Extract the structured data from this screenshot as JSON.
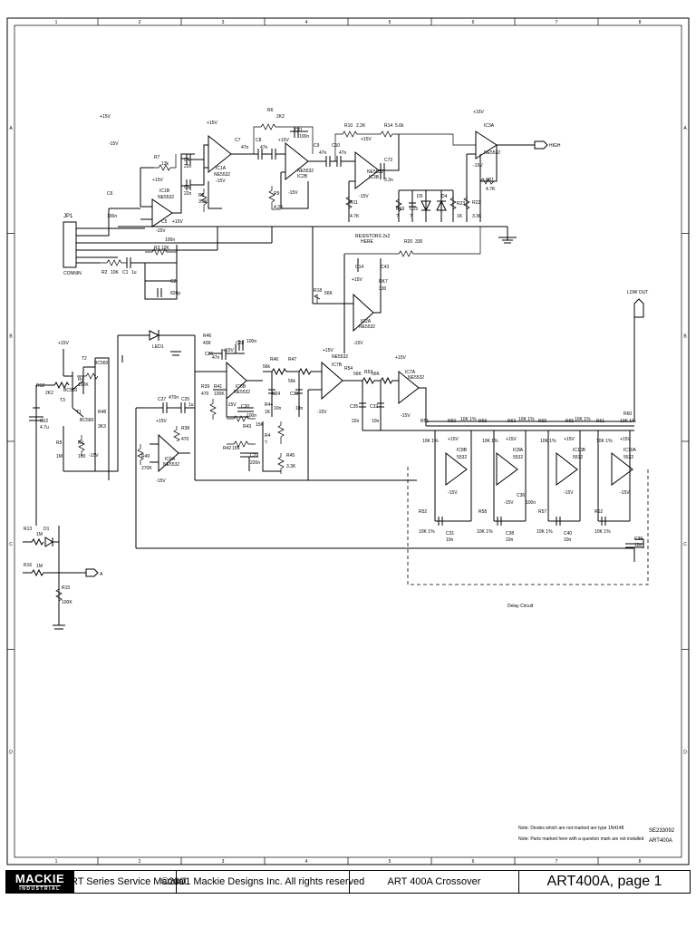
{
  "components": {
    "jp1": "JP1",
    "jp1_sub": "CONNIN",
    "r2": "R2",
    "r2_val": "10K",
    "c1": "C1",
    "c1_val": "1u",
    "r3": "R3 12K",
    "c2": "C2",
    "c2_val": "820p",
    "c6": "C6",
    "c6_val": "100n",
    "r7": "R7",
    "r7_val": "13k",
    "c4": "C4",
    "c4_val": "22n",
    "c3": "C3",
    "c3_val": "22n",
    "ic1a": "IC1A",
    "ic1a_part": "NE5532",
    "ic1b": "IC1B",
    "ic1b_part": "NE5532",
    "c5": "C5",
    "c5_val": "100n",
    "r8": "R8",
    "r8_val": "3.3K",
    "c7": "C7",
    "c7_val": "47n",
    "c8": "C8",
    "c8_val": "47n",
    "r6": "R6",
    "r6_val": "2K2",
    "c11": "C11",
    "c11_val": "100n",
    "ic2b": "IC2B",
    "ic2b_part": "NE5532",
    "r9": "R9",
    "r9_val": "4.3K",
    "c9": "C9",
    "c9_val": "47n",
    "c10": "C10",
    "c10_val": "47n",
    "r10": "R10",
    "r10_val": "2.2K",
    "r14": "R14",
    "r14_val": "5.6k",
    "ic3b": "IC3B",
    "ic3b_part": "NE5532",
    "c72": "C72",
    "c72_val": "3.3n",
    "r11": "R11",
    "r11_val": "4.7K",
    "r19": "R19",
    "r19_val": "?",
    "c15": "C15",
    "c15_val": "?",
    "d5": "D5",
    "d4": "D4",
    "r23": "R23",
    "r23_val": "1K",
    "r22": "R22",
    "r22_val": "3.3K",
    "r21": "R21",
    "r21_val": "4.7K",
    "ic3a": "IC3A",
    "ic3a_part": "NE5532",
    "high": "HIGH",
    "low_out": "LOW OUT",
    "resistors_note1": "RESISTORS 2x2",
    "resistors_note2": "HERE",
    "r20": "R20",
    "r20_val": "330",
    "c14": "C14",
    "c43": "C43",
    "r18": "R18",
    "r18_val": "56K",
    "rk7": "RK7",
    "rk7_val": "330",
    "ic2a": "IC2A",
    "ic2a_part": "NE5532",
    "t2": "T2",
    "t2_part": "BC560",
    "r4": "R4",
    "r4_val": "100K",
    "t1": "T1",
    "t1_part": "BC560",
    "t3": "T3",
    "t3_part": "BC560",
    "r12": "R12",
    "r12_val": "2K2",
    "c12": "C12",
    "c12_val": "4.7u",
    "r5": "R5",
    "r5_val": "1M",
    "r1": "R1",
    "r1_val": "100",
    "r48": "R48",
    "r48_val": "3K3",
    "led1": "LED1",
    "r46": "R46",
    "r46_val": "43K",
    "c26": "C26",
    "c26_val": "47n",
    "c28": "C28",
    "c28_val": "100n",
    "ic6b": "IC6B",
    "ic6b_part": "NE5532",
    "c27": "C27",
    "c27_val": "470n",
    "c25": "C25",
    "c25_val": "1u",
    "r38": "R38",
    "r38_val": "470",
    "r39": "R39",
    "r39_val": "470",
    "r41": "R41",
    "r41_val": "100K",
    "c30": "C30",
    "c30_val": "100n",
    "r43": "R43",
    "r43_val": "15K",
    "r42": "R42",
    "r42_val": "15K",
    "c29": "C29",
    "c29_val": "220n",
    "r44": "R44",
    "r44_val": "1K",
    "r49": "R49",
    "r49_val": "270K",
    "ic6a": "IC6A",
    "ic6a_part": "NE5532",
    "rh46": "R46",
    "rh46_val": "56k",
    "r47": "R47",
    "r47_val": "56k",
    "c24": "C24",
    "c24_val": "10n",
    "c33": "C33",
    "c33_val": "10n",
    "ic7b": "IC7B",
    "ic7b_part": "NE5532",
    "r4b": "R4",
    "r4b_val": "?",
    "r45": "R45",
    "r45_val": "3.3K",
    "r54": "R54",
    "r54_val": "56K",
    "r53": "R53",
    "r53_val": "56K",
    "c35": "C35",
    "c35_val": "22n",
    "c32": "C32",
    "c32_val": "10n",
    "ic7a": "IC7A",
    "ic7a_part": "NE5532",
    "r51": "R51",
    "r51_val": "10K 1%",
    "r50": "R50",
    "r50_val": "10K 1%",
    "r59": "R59",
    "r59_val": "10K 1%",
    "r63": "R63",
    "r63_val": "10K 1%",
    "r65": "R65",
    "r65_val": "10K 1%",
    "r55": "R55",
    "r55_val": "10K 1%",
    "r61": "R61",
    "r61_val": "10K 1%",
    "r60": "R60",
    "r60_val": "10K 1%",
    "ic8b": "IC8B",
    "ic8a": "IC8A",
    "ic10b": "IC10B",
    "ic10a": "IC10A",
    "ic_part": "5532",
    "r52": "R52",
    "r52_val": "10K 1%",
    "c31": "C31",
    "c31_val": "10n",
    "r58": "R58",
    "r58_val": "10K 1%",
    "c38": "C38",
    "c38_val": "10n",
    "c36": "C36",
    "c36_val": "100n",
    "r57": "R57",
    "r57_val": "10K 1%",
    "c40": "C40",
    "c40_val": "10n",
    "r62": "R62",
    "r62_val": "10K 1%",
    "c39": "C39",
    "c39_val": "10n",
    "r13": "R13",
    "r13_val": "1M",
    "d1": "D1",
    "r16": "R16",
    "r16_val": "1M",
    "r15": "R15",
    "r15_val": "100K",
    "out_a": "A",
    "delay_circuit": "Delay Circuit"
  },
  "rails": {
    "pos": "+15V",
    "neg": "-15V"
  },
  "frame": {
    "top_numbers": [
      "1",
      "2",
      "3",
      "4",
      "5",
      "6",
      "7",
      "8"
    ],
    "side_letters": [
      "A",
      "B",
      "C",
      "D"
    ]
  },
  "notes": {
    "line1": "Note: Diodes which are not marked are type 1N4148",
    "line2": "Note: Parts marked here with a question mark are not installed",
    "doc_no": "SE233092",
    "model": "ART400A"
  },
  "title_block": {
    "logo_main": "MACKIE",
    "logo_sub": "INDUSTRIAL",
    "series": "ART Series Service Manual",
    "copyright": "©2001 Mackie Designs Inc. All rights reserved",
    "doc": "ART 400A Crossover",
    "page": "ART400A, page 1"
  }
}
